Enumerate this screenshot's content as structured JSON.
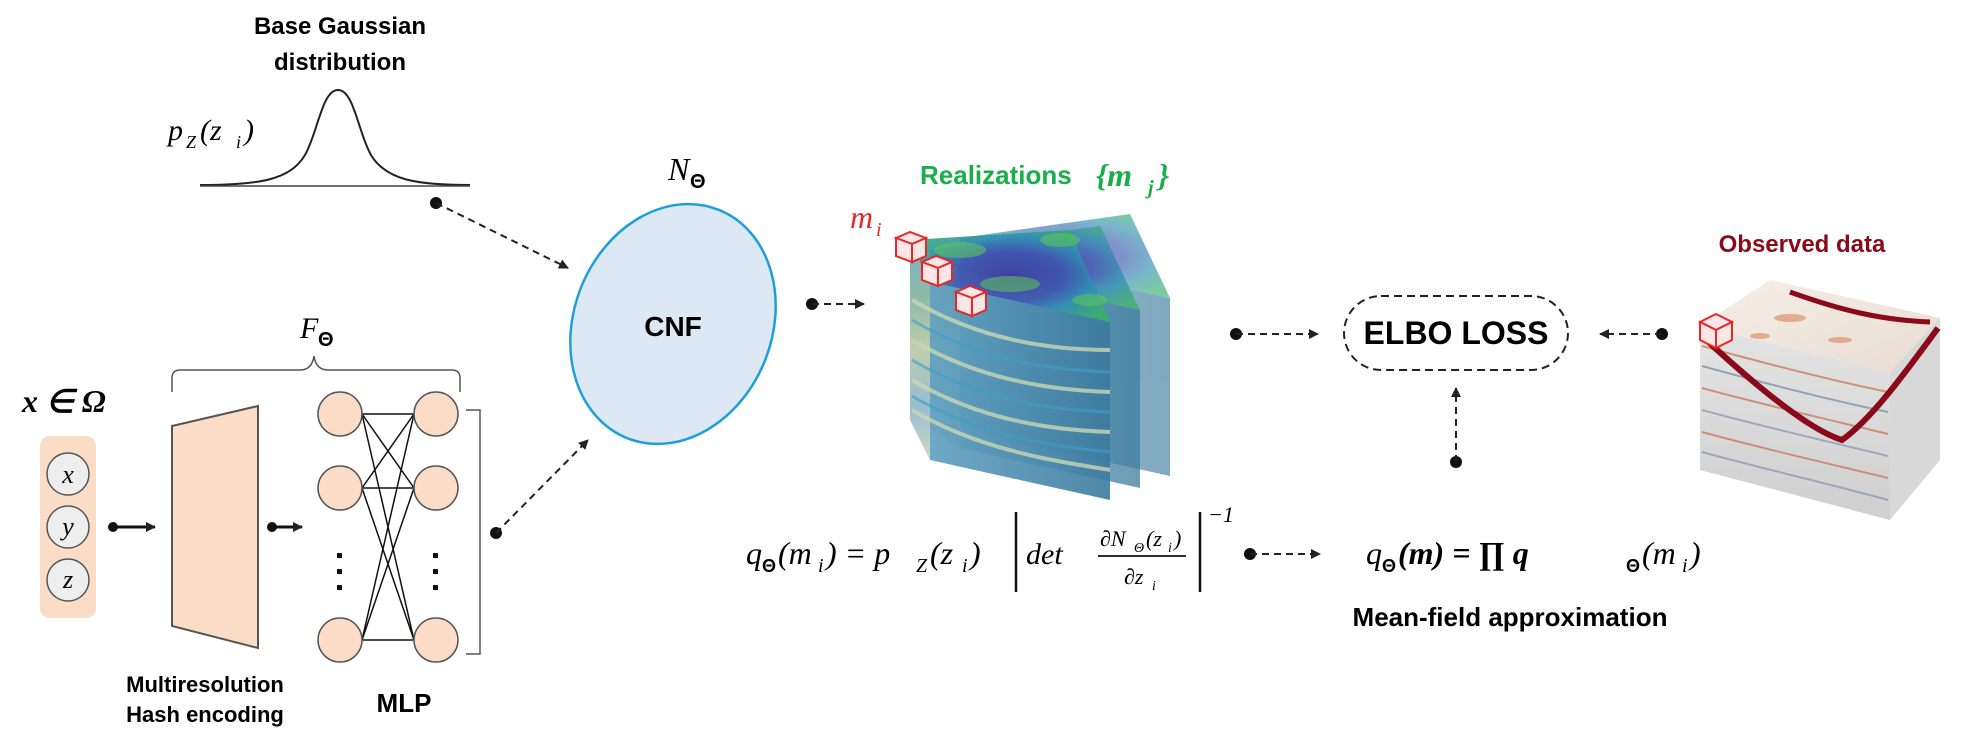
{
  "title_base_gaussian": [
    "Base Gaussian",
    "distribution"
  ],
  "pz_label": "p",
  "pz_sub": "Z",
  "pz_arg": "(z",
  "pz_arg_sub": "i",
  "pz_close": ")",
  "n_theta": "N",
  "n_theta_sub": "Θ",
  "f_theta": "F",
  "f_theta_sub": "Θ",
  "x_in_omega": "x ∈ Ω",
  "input_x": "x",
  "input_y": "y",
  "input_z": "z",
  "hash_label": [
    "Multiresolution",
    "Hash encoding"
  ],
  "mlp_label": "MLP",
  "cnf_label": "CNF",
  "realizations_label": "Realizations",
  "realizations_set": "{m",
  "realizations_set_sub": "j",
  "realizations_set_close": "}",
  "mi_label": "m",
  "mi_sub": "i",
  "elbo_label": "ELBO LOSS",
  "observed_label": "Observed data",
  "meanfield_label": "Mean-field approximation",
  "eq_q_mi": "q",
  "eq_q_sub": "Θ",
  "eq_mi": "(m",
  "eq_mi_sub": "i",
  "eq_equals": ") = p",
  "eq_pz_sub": "Z",
  "eq_zi": "(z",
  "eq_zi_sub": "i",
  "eq_close": ")",
  "eq_det": "det",
  "eq_num": "∂N",
  "eq_num_sub": "Θ",
  "eq_num_arg": "(z",
  "eq_num_arg_sub": "i",
  "eq_num_close": ")",
  "eq_den": "∂z",
  "eq_den_sub": "i",
  "eq_exp": "−1",
  "eq2_q": "q",
  "eq2_sub": "Θ",
  "eq2_m": "(m) = ∏ q",
  "eq2_sub2": "Θ",
  "eq2_mi": "(m",
  "eq2_mi_sub": "i",
  "eq2_close": ")",
  "colors": {
    "peach": "#fbdcc7",
    "peach_stroke": "#555555",
    "cnf_fill": "#dce8f4",
    "cnf_stroke": "#1e9fd8",
    "green": "#1aae4a",
    "red": "#e8262a",
    "dark_red": "#8b0a1a",
    "dashed": "#222222"
  }
}
